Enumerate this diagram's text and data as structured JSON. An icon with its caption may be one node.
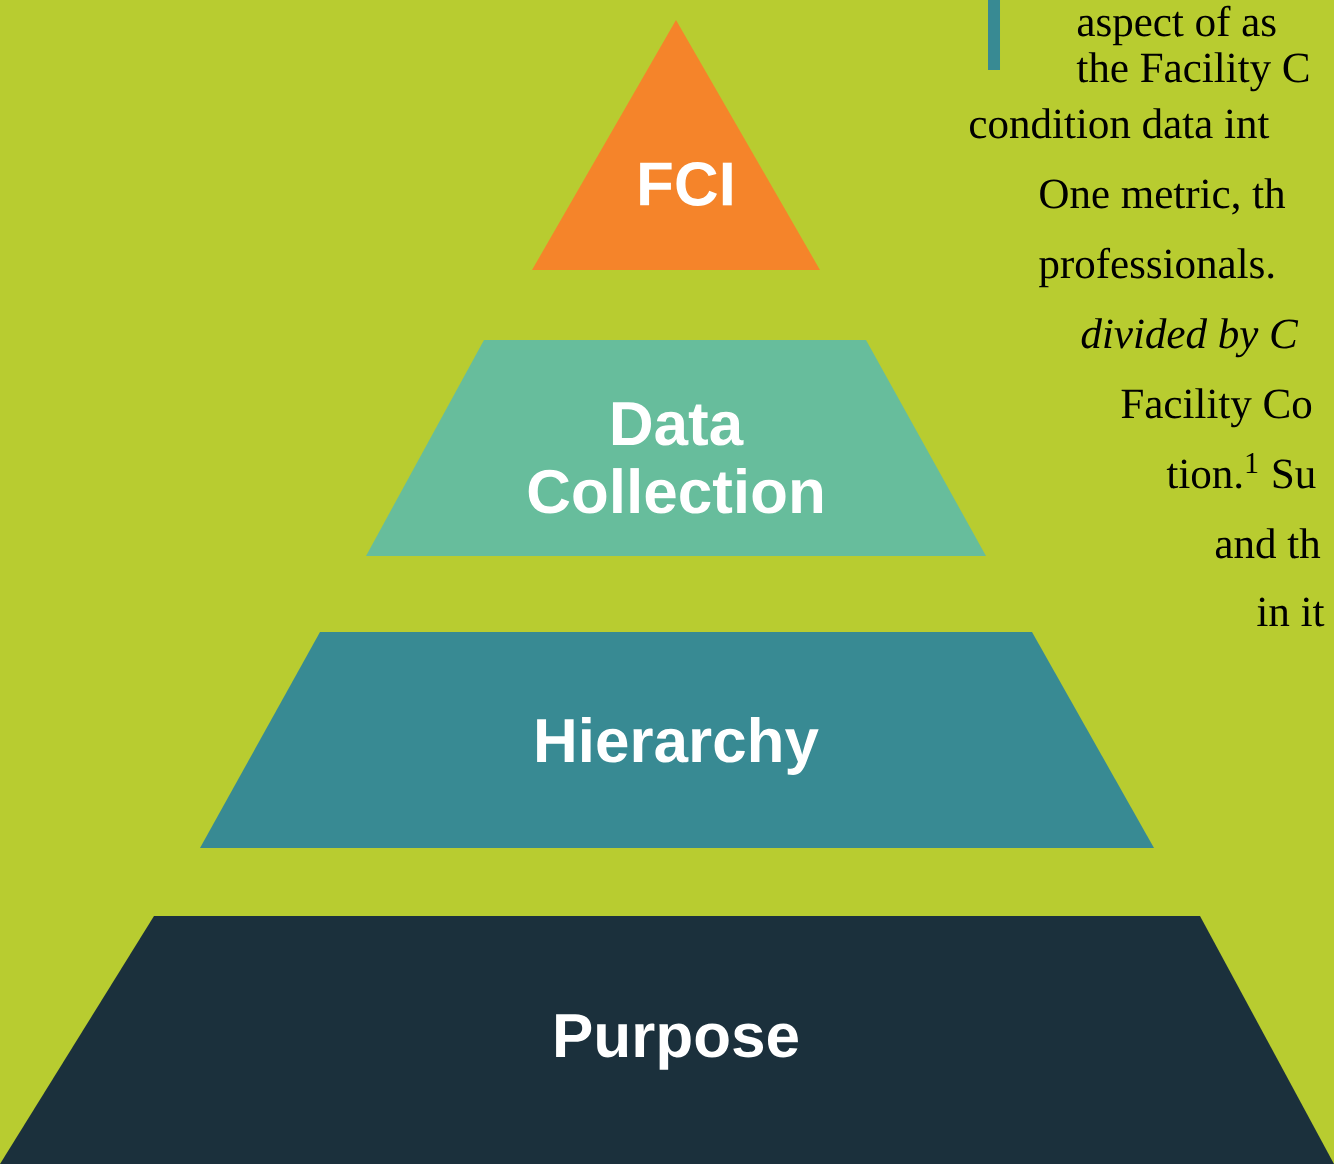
{
  "diagram": {
    "nodes": [
      {
        "text": [
          "FCI"
        ]
      },
      {
        "text": [
          "Data Collection"
        ]
      },
      {
        "text": [
          "Hierarchy"
        ]
      },
      {
        "text": [
          "Purpose"
        ]
      }
    ],
    "labels": [
      "aspect of as",
      "the Facility C",
      "condition data int",
      "One metric, th",
      "professionals.",
      "divided by C",
      "Facility Co",
      "tion.$^{1}$ Su",
      "and th",
      "in it"
    ]
  }
}
